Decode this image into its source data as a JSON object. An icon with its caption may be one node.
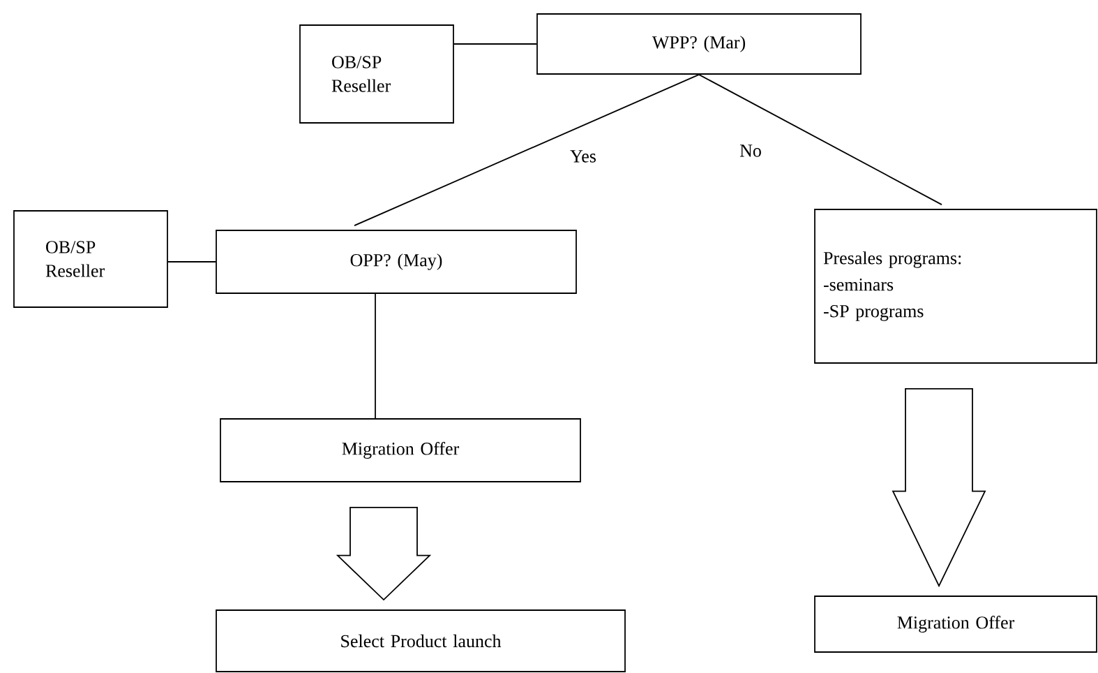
{
  "diagram": {
    "nodes": [
      {
        "text": [
          "OB/SP Reseller"
        ]
      },
      {
        "text": [
          "WPP? (Mar)"
        ]
      },
      {
        "text": [
          "OB/SP Reseller"
        ]
      },
      {
        "text": [
          "OPP? (May)"
        ]
      },
      {
        "text": [
          "Presales programs:",
          "-seminars",
          "-SP programs"
        ]
      },
      {
        "text": [
          "Migration Offer"
        ]
      },
      {
        "text": [
          "Select Product launch"
        ]
      },
      {
        "text": [
          "Migration Offer"
        ]
      }
    ],
    "edges": [
      {
        "from": 0,
        "to": 1,
        "arrow": "none"
      },
      {
        "from": 1,
        "to": 3,
        "arrow": "none",
        "label": "Yes"
      },
      {
        "from": 1,
        "to": 4,
        "arrow": "none",
        "label": "No"
      },
      {
        "from": 2,
        "to": 3,
        "arrow": "none"
      },
      {
        "from": 3,
        "to": 5,
        "arrow": "none"
      },
      {
        "from": 5,
        "to": 6,
        "arrow": "to"
      },
      {
        "from": 4,
        "to": 7,
        "arrow": "to"
      }
    ]
  }
}
